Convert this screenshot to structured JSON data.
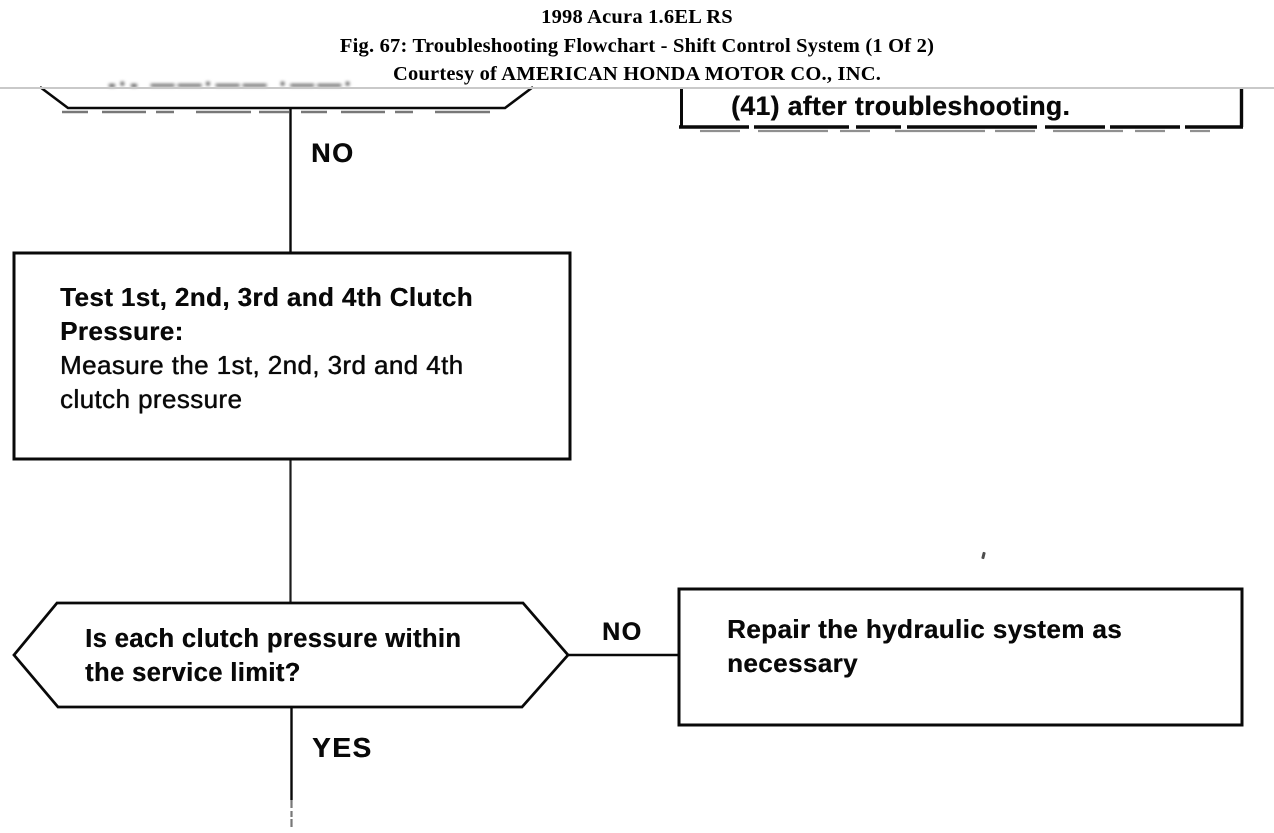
{
  "header": {
    "line1": "1998 Acura 1.6EL RS",
    "line2": "Fig. 67: Troubleshooting Flowchart - Shift Control System (1 Of 2)",
    "line3": "Courtesy of AMERICAN HONDA MOTOR CO., INC."
  },
  "flowchart": {
    "top_left_cutoff": {
      "illegible_text": "-·- ――·―― ·――·"
    },
    "top_right_box": {
      "text": "(41) after troubleshooting."
    },
    "labels": {
      "no_top": "NO",
      "no_right": "NO",
      "yes": "YES"
    },
    "test_box": {
      "title_line1": "Test 1st, 2nd, 3rd and 4th Clutch",
      "title_line2": "Pressure:",
      "body_line1": "Measure the 1st, 2nd, 3rd and 4th",
      "body_line2": "clutch pressure"
    },
    "decision": {
      "line1": "Is each clutch pressure within",
      "line2": "the service limit?"
    },
    "repair_box": {
      "line1": "Repair the hydraulic system as",
      "line2": "necessary"
    }
  },
  "colors": {
    "ink": "#161616",
    "paper": "#ffffff",
    "separator": "#c9c9c9"
  }
}
